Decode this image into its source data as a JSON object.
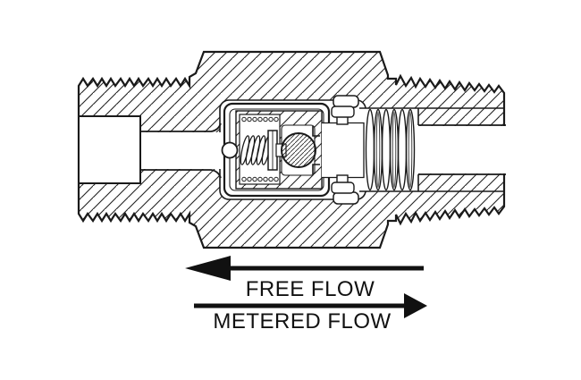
{
  "diagram": {
    "type": "technical-cross-section",
    "depicts": "in-line check valve with spring-loaded ball, hex body and male threaded ends",
    "flow_annotations": [
      {
        "label": "FREE FLOW",
        "direction": "left"
      },
      {
        "label": "METERED FLOW",
        "direction": "right"
      }
    ]
  },
  "colors": {
    "line": "#1a1a1a",
    "background": "#ffffff"
  }
}
